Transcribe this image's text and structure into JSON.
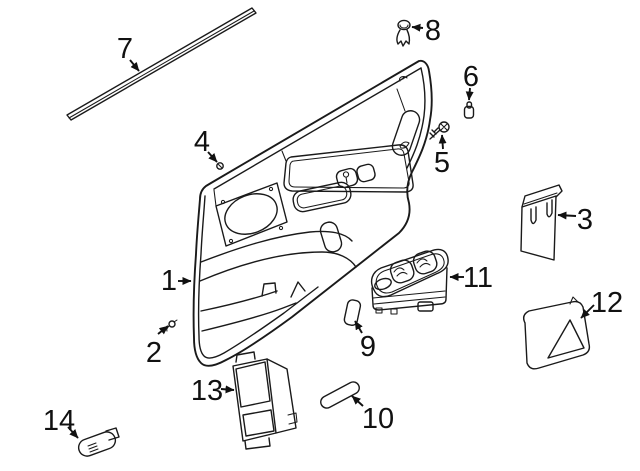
{
  "colors": {
    "background": "#ffffff",
    "ink": "#1a1a1a"
  },
  "callouts": [
    {
      "label": "1"
    },
    {
      "label": "2"
    },
    {
      "label": "3"
    },
    {
      "label": "4"
    },
    {
      "label": "5"
    },
    {
      "label": "6"
    },
    {
      "label": "7"
    },
    {
      "label": "8"
    },
    {
      "label": "9"
    },
    {
      "label": "10"
    },
    {
      "label": "11"
    },
    {
      "label": "12"
    },
    {
      "label": "13"
    },
    {
      "label": "14"
    }
  ]
}
